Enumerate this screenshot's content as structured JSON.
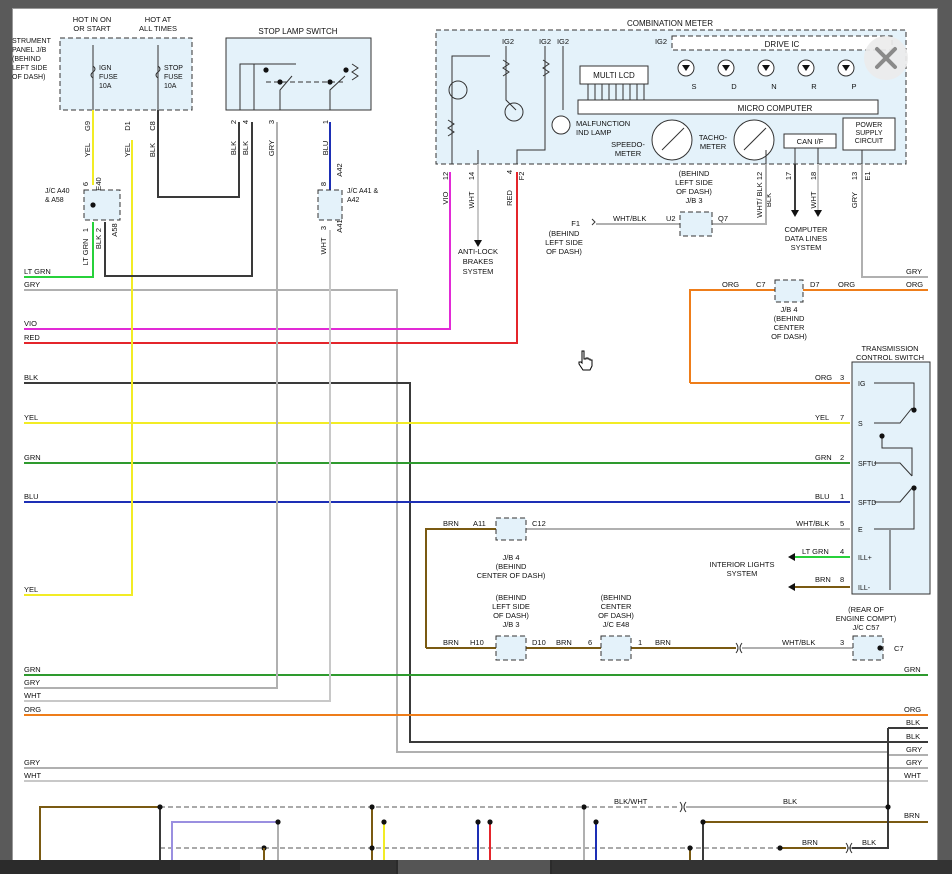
{
  "window": {
    "close_label": "Close"
  },
  "colors": {
    "lt_grn": "#27d13a",
    "gry": "#b0b0b0",
    "vio": "#e22ad6",
    "red": "#e4252b",
    "blk": "#3a3a3a",
    "yel": "#f2ec25",
    "grn": "#2e9a2e",
    "blu": "#1d2fb5",
    "org": "#ee7d1a",
    "brn": "#7a5a12",
    "wht": "#c8c8c8",
    "box_fill": "#e4f2fa"
  },
  "components": {
    "ipjb": {
      "title": [
        "STRUMENT",
        "PANEL J/B",
        "(BEHIND",
        "LEFT SIDE",
        "OF DASH)"
      ],
      "hot_run": [
        "HOT IN ON",
        "OR START"
      ],
      "hot_all": [
        "HOT AT",
        "ALL TIMES"
      ],
      "ign_fuse": [
        "IGN",
        "FUSE",
        "10A"
      ],
      "stop_fuse": [
        "STOP",
        "FUSE",
        "10A"
      ]
    },
    "stop_lamp_switch": {
      "title": "STOP LAMP SWITCH"
    },
    "combination_meter": {
      "title": "COMBINATION METER",
      "drive_ic": "DRIVE IC",
      "multi_lcd": "MULTI LCD",
      "micro_computer": "MICRO COMPUTER",
      "malfunction": [
        "MALFUNCTION",
        "IND LAMP"
      ],
      "speedo": [
        "SPEEDO-",
        "METER"
      ],
      "tacho": [
        "TACHO-",
        "METER"
      ],
      "can_if": "CAN I/F",
      "power": [
        "POWER",
        "SUPPLY",
        "CIRCUIT"
      ],
      "ig2": "IG2",
      "gears": [
        "S",
        "D",
        "N",
        "R",
        "P"
      ]
    },
    "jc_a40": {
      "label": [
        "J/C A40",
        "& A58"
      ]
    },
    "jc_a41": {
      "label": [
        "J/C A41 &",
        "A42"
      ]
    },
    "jb3_top": {
      "label": [
        "(BEHIND",
        "LEFT SIDE",
        "OF DASH)",
        "J/B 3"
      ]
    },
    "f1": {
      "label": [
        "F1",
        "(BEHIND",
        "LEFT SIDE",
        "OF DASH)"
      ]
    },
    "anti_lock": {
      "label": [
        "ANTI-LOCK",
        "BRAKES",
        "SYSTEM"
      ]
    },
    "cdl": {
      "label": [
        "COMPUTER",
        "DATA LINES",
        "SYSTEM"
      ]
    },
    "jb4_top": {
      "label": [
        "J/B 4",
        "(BEHIND",
        "CENTER",
        "OF DASH)"
      ]
    },
    "tcs": {
      "title": [
        "TRANSMISSION",
        "CONTROL SWITCH"
      ],
      "terms": [
        "IG",
        "S",
        "SFTU",
        "SFTD",
        "E",
        "ILL+",
        "ILL-"
      ]
    },
    "jb4_mid": {
      "label": [
        "J/B 4",
        "(BEHIND",
        "CENTER OF DASH)"
      ]
    },
    "interior": {
      "label": [
        "INTERIOR LIGHTS",
        "SYSTEM"
      ]
    },
    "jb3_low": {
      "label": [
        "(BEHIND",
        "LEFT SIDE",
        "OF DASH)",
        "J/B 3"
      ]
    },
    "jce48": {
      "label": [
        "(BEHIND",
        "CENTER",
        "OF DASH)",
        "J/C E48"
      ]
    },
    "jcc57": {
      "label": [
        "(REAR OF",
        "ENGINE COMPT)",
        "J/C C57"
      ]
    }
  },
  "labels": [
    {
      "id": "g9",
      "t": "G9"
    },
    {
      "id": "d1",
      "t": "D1"
    },
    {
      "id": "c8",
      "t": "C8"
    },
    {
      "id": "yel_a",
      "t": "YEL"
    },
    {
      "id": "yel_b",
      "t": "YEL"
    },
    {
      "id": "blk_c",
      "t": "BLK"
    },
    {
      "id": "sl2",
      "t": "2"
    },
    {
      "id": "sl4",
      "t": "4"
    },
    {
      "id": "sl3",
      "t": "3"
    },
    {
      "id": "sl1",
      "t": "1"
    },
    {
      "id": "sl_blk1",
      "t": "BLK"
    },
    {
      "id": "sl_blk2",
      "t": "BLK"
    },
    {
      "id": "sl_gry",
      "t": "GRY"
    },
    {
      "id": "sl_blu",
      "t": "BLU"
    },
    {
      "id": "a40_6",
      "t": "6"
    },
    {
      "id": "a40_e40",
      "t": "E40"
    },
    {
      "id": "a40_1",
      "t": "1"
    },
    {
      "id": "a40_2",
      "t": "2"
    },
    {
      "id": "a40_ltgrn",
      "t": "LT GRN"
    },
    {
      "id": "a40_blk",
      "t": "BLK"
    },
    {
      "id": "a40_a58",
      "t": "A58"
    },
    {
      "id": "a41_8",
      "t": "8"
    },
    {
      "id": "a41_a42",
      "t": "A42"
    },
    {
      "id": "a41_3",
      "t": "3"
    },
    {
      "id": "a41_a41",
      "t": "A41"
    },
    {
      "id": "a41_wht",
      "t": "WHT"
    },
    {
      "id": "cm_12",
      "t": "12"
    },
    {
      "id": "cm_14",
      "t": "14"
    },
    {
      "id": "cm_4",
      "t": "4"
    },
    {
      "id": "cm_f2",
      "t": "F2"
    },
    {
      "id": "cm_vio",
      "t": "VIO"
    },
    {
      "id": "cm_wht",
      "t": "WHT"
    },
    {
      "id": "cm_red",
      "t": "RED"
    },
    {
      "id": "cm_12b",
      "t": "12"
    },
    {
      "id": "cm_17",
      "t": "17"
    },
    {
      "id": "cm_18",
      "t": "18"
    },
    {
      "id": "cm_13",
      "t": "13"
    },
    {
      "id": "cm_e1",
      "t": "E1"
    },
    {
      "id": "cm_whtblk",
      "t": "WHT/ BLK"
    },
    {
      "id": "cm_blk",
      "t": "BLK"
    },
    {
      "id": "cm_wht2",
      "t": "WHT"
    },
    {
      "id": "cm_gry",
      "t": "GRY"
    },
    {
      "id": "u2",
      "t": "U2"
    },
    {
      "id": "q7",
      "t": "Q7"
    },
    {
      "id": "f1_wb",
      "t": "WHT/BLK"
    },
    {
      "id": "w_ltgrn",
      "t": "LT GRN"
    },
    {
      "id": "w_gry",
      "t": "GRY"
    },
    {
      "id": "w_vio",
      "t": "VIO"
    },
    {
      "id": "w_red",
      "t": "RED"
    },
    {
      "id": "w_blk",
      "t": "BLK"
    },
    {
      "id": "w_yel",
      "t": "YEL"
    },
    {
      "id": "w_grn",
      "t": "GRN"
    },
    {
      "id": "w_blu",
      "t": "BLU"
    },
    {
      "id": "w_yel2",
      "t": "YEL"
    },
    {
      "id": "r_gry",
      "t": "GRY"
    },
    {
      "id": "r_org",
      "t": "ORG"
    },
    {
      "id": "c7",
      "t": "C7"
    },
    {
      "id": "d7",
      "t": "D7"
    },
    {
      "id": "org_l",
      "t": "ORG"
    },
    {
      "id": "org_m",
      "t": "ORG"
    },
    {
      "id": "t_org",
      "t": "ORG"
    },
    {
      "id": "t_3",
      "t": "3"
    },
    {
      "id": "t_yel",
      "t": "YEL"
    },
    {
      "id": "t_7",
      "t": "7"
    },
    {
      "id": "t_grn",
      "t": "GRN"
    },
    {
      "id": "t_2",
      "t": "2"
    },
    {
      "id": "t_blu",
      "t": "BLU"
    },
    {
      "id": "t_1",
      "t": "1"
    },
    {
      "id": "t_wb",
      "t": "WHT/BLK"
    },
    {
      "id": "t_5",
      "t": "5"
    },
    {
      "id": "t_ltg",
      "t": "LT GRN"
    },
    {
      "id": "t_4",
      "t": "4"
    },
    {
      "id": "t_brn",
      "t": "BRN"
    },
    {
      "id": "t_8",
      "t": "8"
    },
    {
      "id": "m_brn",
      "t": "BRN"
    },
    {
      "id": "a11",
      "t": "A11"
    },
    {
      "id": "c12",
      "t": "C12"
    },
    {
      "id": "l_brn",
      "t": "BRN"
    },
    {
      "id": "h10",
      "t": "H10"
    },
    {
      "id": "d10",
      "t": "D10"
    },
    {
      "id": "l_brn2",
      "t": "BRN"
    },
    {
      "id": "l_6",
      "t": "6"
    },
    {
      "id": "l_1",
      "t": "1"
    },
    {
      "id": "l_brn3",
      "t": "BRN"
    },
    {
      "id": "l_wb",
      "t": "WHT/BLK"
    },
    {
      "id": "l_3",
      "t": "3"
    },
    {
      "id": "l_c7",
      "t": "C7"
    },
    {
      "id": "r_grn",
      "t": "GRN"
    },
    {
      "id": "b_grn",
      "t": "GRN"
    },
    {
      "id": "b_gry",
      "t": "GRY"
    },
    {
      "id": "b_wht",
      "t": "WHT"
    },
    {
      "id": "b_org",
      "t": "ORG"
    },
    {
      "id": "r_org2",
      "t": "ORG"
    },
    {
      "id": "r_blk1",
      "t": "BLK"
    },
    {
      "id": "r_blk2",
      "t": "BLK"
    },
    {
      "id": "r_gry1",
      "t": "GRY"
    },
    {
      "id": "r_gry2",
      "t": "GRY"
    },
    {
      "id": "r_wht",
      "t": "WHT"
    },
    {
      "id": "b_gry2",
      "t": "GRY"
    },
    {
      "id": "b_wht2",
      "t": "WHT"
    },
    {
      "id": "bw",
      "t": "BLK/WHT"
    },
    {
      "id": "bk",
      "t": "BLK"
    },
    {
      "id": "r_brn",
      "t": "BRN"
    },
    {
      "id": "bb_brn",
      "t": "BRN"
    },
    {
      "id": "bb_blk",
      "t": "BLK"
    }
  ]
}
